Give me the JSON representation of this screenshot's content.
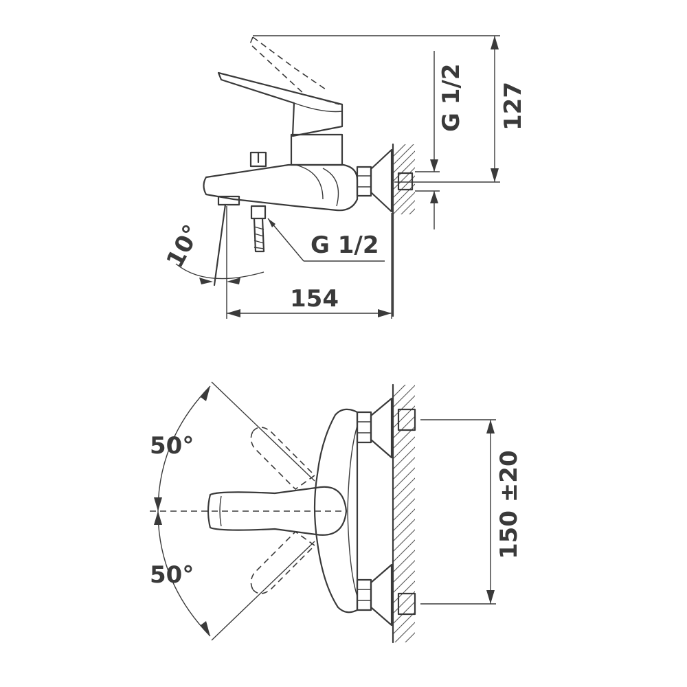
{
  "side_view": {
    "dim_height": "127",
    "thread_inlet": "G 1/2",
    "thread_outlet": "G 1/2",
    "angle": "10°",
    "dim_depth": "154"
  },
  "top_view": {
    "angle_upper": "50°",
    "angle_lower": "50°",
    "dim_spacing": "150 ±20"
  },
  "colors": {
    "line": "#3a3a3a",
    "background": "#ffffff"
  }
}
